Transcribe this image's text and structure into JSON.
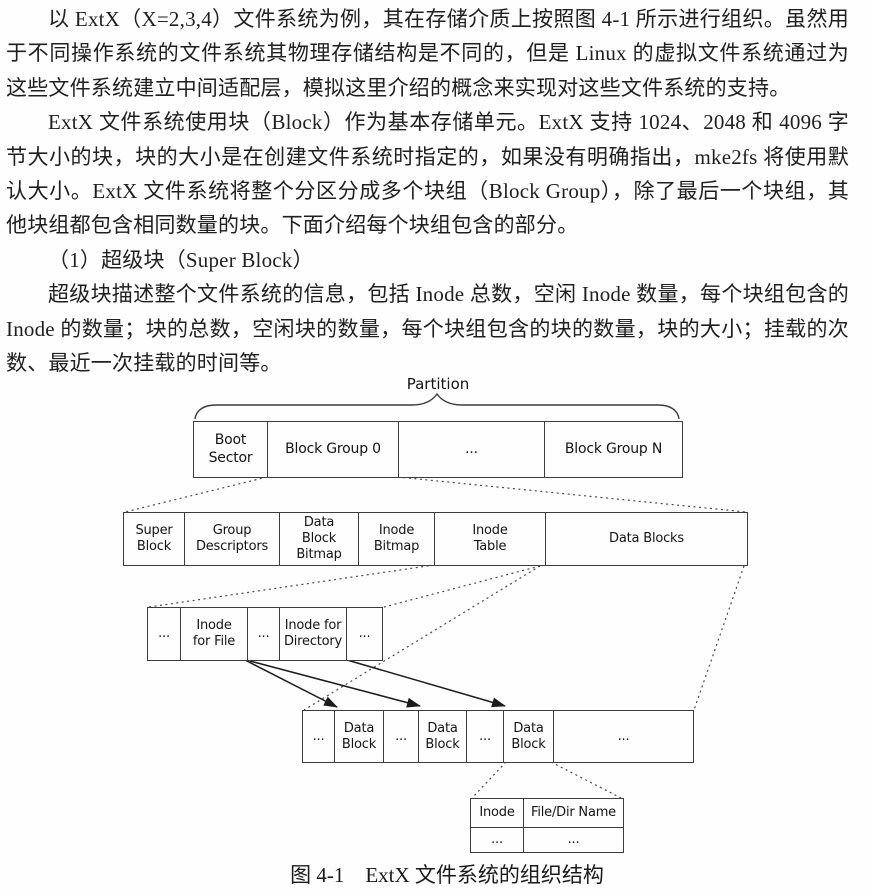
{
  "colors": {
    "page_background": "#fefefe",
    "text": "#1f1f1f",
    "diagram_line": "#3c3c3c"
  },
  "body": {
    "paragraphs": [
      {
        "text": "以 ExtX（X=2,3,4）文件系统为例，其在存储介质上按照图 4-1 所示进行组织。虽然用于不同操作系统的文件系统其物理存储结构是不同的，但是 Linux 的虚拟文件系统通过为这些文件系统建立中间适配层，模拟这里介绍的概念来实现对这些文件系统的支持。"
      },
      {
        "text": "ExtX 文件系统使用块（Block）作为基本存储单元。ExtX 支持 1024、2048 和 4096 字节大小的块，块的大小是在创建文件系统时指定的，如果没有明确指出，mke2fs 将使用默认大小。ExtX 文件系统将整个分区分成多个块组（Block Group），除了最后一个块组，其他块组都包含相同数量的块。下面介绍每个块组包含的部分。"
      },
      {
        "text": "（1）超级块（Super Block）"
      },
      {
        "text": "超级块描述整个文件系统的信息，包括 Inode 总数，空闲 Inode 数量，每个块组包含的 Inode 的数量；块的总数，空闲块的数量，每个块组包含的块的数量，块的大小；挂载的次数、最近一次挂载的时间等。"
      }
    ]
  },
  "figure": {
    "brace_label": "Partition",
    "partition_row": [
      "Boot Sector",
      "Block Group 0",
      "...",
      "Block Group N"
    ],
    "block_group_row": [
      "Super Block",
      "Group Descriptors",
      "Data Block Bitmap",
      "Inode Bitmap",
      "Inode Table",
      "Data Blocks"
    ],
    "inode_table_row": [
      "...",
      "Inode for File",
      "...",
      "Inode for Directory",
      "..."
    ],
    "data_block_row": [
      "...",
      "Data Block",
      "...",
      "Data Block",
      "...",
      "Data Block",
      "..."
    ],
    "directory_entry_table": {
      "headers": [
        "Inode",
        "File/Dir Name"
      ],
      "row": [
        "...",
        "..."
      ]
    },
    "caption": "图 4-1　ExtX 文件系统的组织结构"
  }
}
